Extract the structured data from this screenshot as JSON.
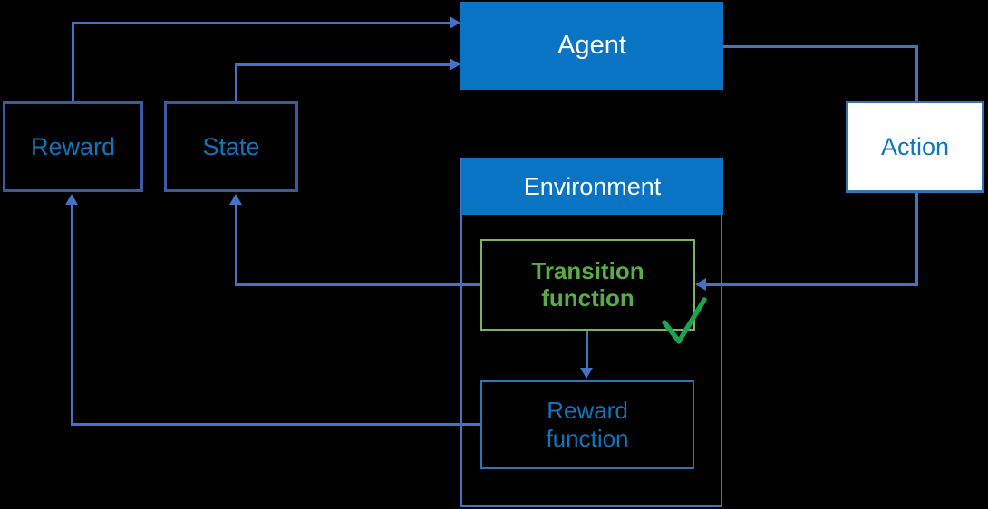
{
  "nodes": {
    "agent": {
      "label": "Agent"
    },
    "reward": {
      "label": "Reward"
    },
    "state": {
      "label": "State"
    },
    "action": {
      "label": "Action"
    },
    "environment": {
      "label": "Environment"
    },
    "transition_function": {
      "label": "Transition function"
    },
    "reward_function": {
      "label": "Reward function"
    }
  },
  "edges": [
    {
      "from": "reward",
      "to": "agent"
    },
    {
      "from": "state",
      "to": "agent"
    },
    {
      "from": "agent",
      "to": "transition_function",
      "via": "action"
    },
    {
      "from": "transition_function",
      "to": "reward_function"
    },
    {
      "from": "transition_function",
      "to": "state"
    },
    {
      "from": "reward_function",
      "to": "reward"
    }
  ],
  "icons": {
    "checkmark": "green-checkmark on transition function"
  },
  "colors": {
    "background": "#000000",
    "fill_blue": "#0a74c4",
    "connector_blue": "#4472c4",
    "outline_dark_blue": "#3b5aa5",
    "outline_bright_blue": "#2e75b6",
    "text_blue": "#0e76bd",
    "text_white": "#ffffff",
    "green_outline": "#7fb35a",
    "green_text": "#58ad44",
    "check_green": "#1ba352"
  }
}
